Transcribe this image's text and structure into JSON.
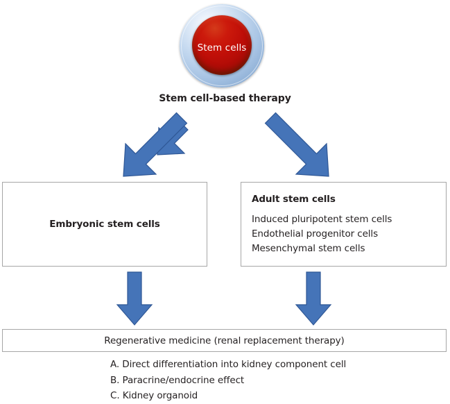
{
  "diagram": {
    "root": {
      "circle_label": "Stem cells",
      "caption": "Stem cell-based therapy"
    },
    "branches": [
      {
        "id": "embryonic",
        "title": "Embryonic stem cells",
        "items": []
      },
      {
        "id": "adult",
        "title": "Adult stem cells",
        "items": [
          "Induced pluripotent stem cells",
          "Endothelial progenitor cells",
          "Mesenchymal stem cells"
        ]
      }
    ],
    "outcome": {
      "label": "Regenerative medicine (renal replacement therapy)",
      "items": [
        "A. Direct differentiation into kidney component cell",
        "B. Paracrine/endocrine effect",
        "C. Kidney organoid"
      ]
    },
    "arrows": [
      {
        "name": "arrow-down-left",
        "direction": "down-left"
      },
      {
        "name": "arrow-down-right",
        "direction": "down-right"
      },
      {
        "name": "arrow-down-embryonic",
        "direction": "down"
      },
      {
        "name": "arrow-down-adult",
        "direction": "down"
      }
    ],
    "colors": {
      "arrow_fill": "#4574b8",
      "arrow_stroke": "#2f5795",
      "cell_core": "#c00f08",
      "cell_ring": "#a8c4e4",
      "box_border": "#a6a6a6",
      "text": "#231f20"
    }
  }
}
